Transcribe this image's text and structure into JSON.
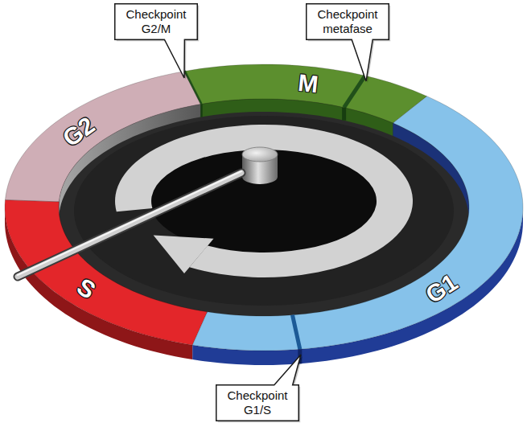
{
  "diagram": {
    "nodes": [
      {
        "text": [
          "Checkpoint G2/M"
        ]
      },
      {
        "text": [
          "Checkpoint metafase"
        ]
      },
      {
        "text": [
          "M"
        ]
      },
      {
        "text": [
          "G2"
        ]
      },
      {
        "text": [
          "S"
        ]
      },
      {
        "text": [
          "G1"
        ]
      },
      {
        "text": [
          "Checkpoint G1/S"
        ]
      }
    ]
  }
}
